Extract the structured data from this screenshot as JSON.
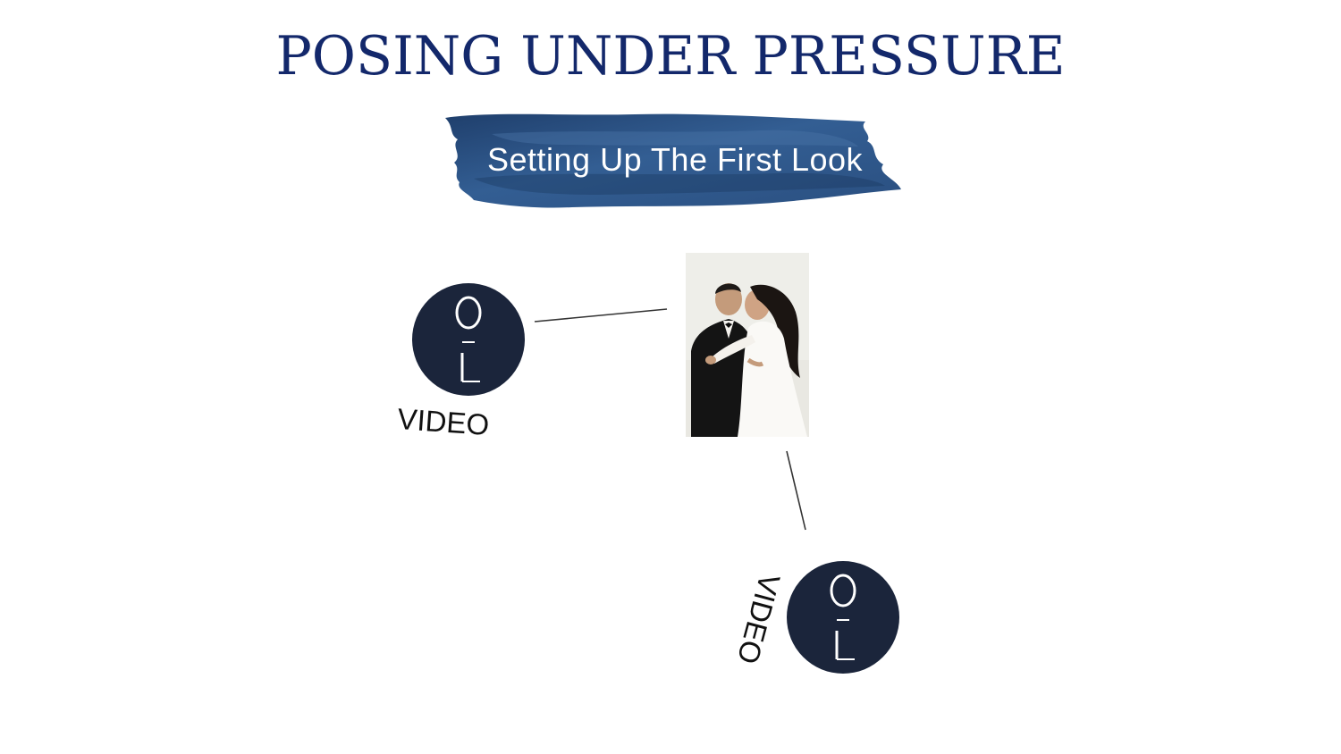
{
  "slide": {
    "title": "POSING UNDER PRESSURE",
    "subtitle": "Setting Up The First Look",
    "brush_color": "#274d7e",
    "title_color": "#13286b"
  },
  "diagram": {
    "photo_description_icon": "couple-photo",
    "cameras": [
      {
        "id": "left",
        "logo_text": "OL",
        "label": "VIDEO",
        "logo_color": "#1b253b"
      },
      {
        "id": "bottom",
        "logo_text": "OL",
        "label": "VIDEO",
        "logo_color": "#1b253b"
      }
    ]
  }
}
